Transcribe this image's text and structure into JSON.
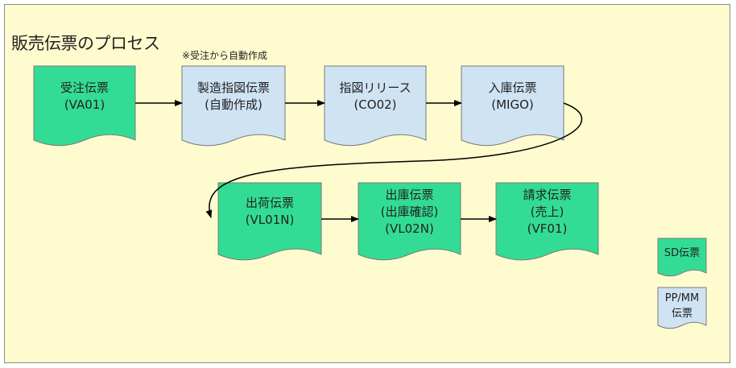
{
  "title": "販売伝票のプロセス",
  "note": "※受注から自動作成",
  "documents": [
    {
      "id": "va01",
      "lines": [
        "受注伝票",
        "(VA01)"
      ],
      "type": "sd"
    },
    {
      "id": "prod",
      "lines": [
        "製造指図伝票",
        "(自動作成)"
      ],
      "type": "pp"
    },
    {
      "id": "co02",
      "lines": [
        "指図リリース",
        "(CO02)"
      ],
      "type": "pp"
    },
    {
      "id": "migo",
      "lines": [
        "入庫伝票",
        "(MIGO)"
      ],
      "type": "pp"
    },
    {
      "id": "vl01n",
      "lines": [
        "出荷伝票",
        "(VL01N)"
      ],
      "type": "sd"
    },
    {
      "id": "vl02n",
      "lines": [
        "出庫伝票",
        "(出庫確認)",
        "(VL02N)"
      ],
      "type": "sd"
    },
    {
      "id": "vf01",
      "lines": [
        "請求伝票",
        "(売上)",
        "(VF01)"
      ],
      "type": "sd"
    }
  ],
  "legend": [
    {
      "lines": [
        "SD伝票"
      ],
      "type": "sd"
    },
    {
      "lines": [
        "PP/MM",
        "伝票"
      ],
      "type": "pp"
    }
  ],
  "colors": {
    "sd": "#33dc94",
    "pp": "#cfe3f3",
    "background": "#fefccf",
    "border": "#7a7a7a",
    "arrow": "#000000"
  }
}
